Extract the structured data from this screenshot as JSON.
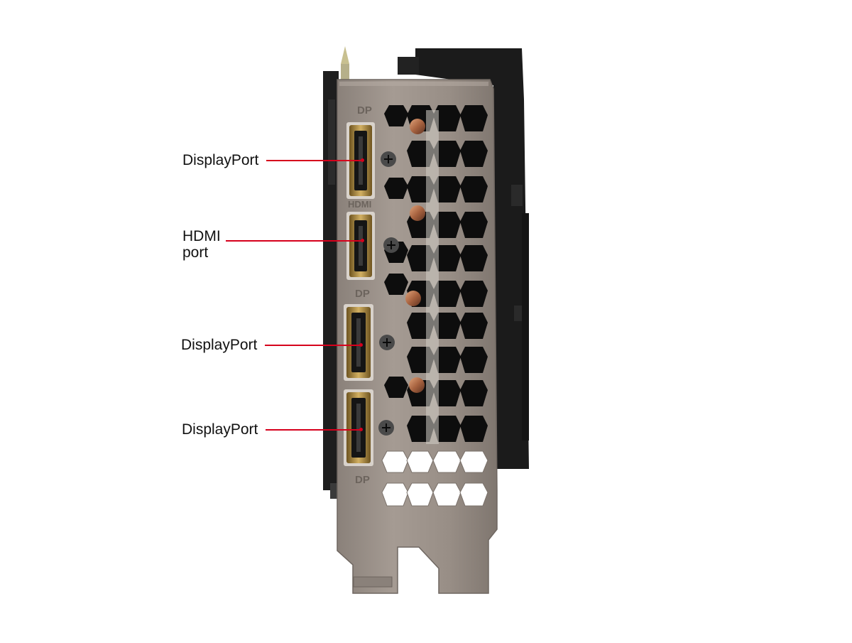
{
  "callouts": [
    {
      "id": "dp1",
      "label": "DisplayPort"
    },
    {
      "id": "hdmi",
      "label": "HDMI",
      "label_line2": "port"
    },
    {
      "id": "dp2",
      "label": "DisplayPort"
    },
    {
      "id": "dp3",
      "label": "DisplayPort"
    }
  ],
  "bracket_markings": {
    "top_dp": "DP",
    "hdmi": "HDMI",
    "mid_dp": "DP",
    "bottom_dp": "DP"
  },
  "colors": {
    "callout_line": "#d6001c",
    "bracket_metal": "#9d938b",
    "port_gold": "#b08c3c",
    "shroud_black": "#1a1a1a",
    "heatpipe_copper": "#b8764e"
  }
}
